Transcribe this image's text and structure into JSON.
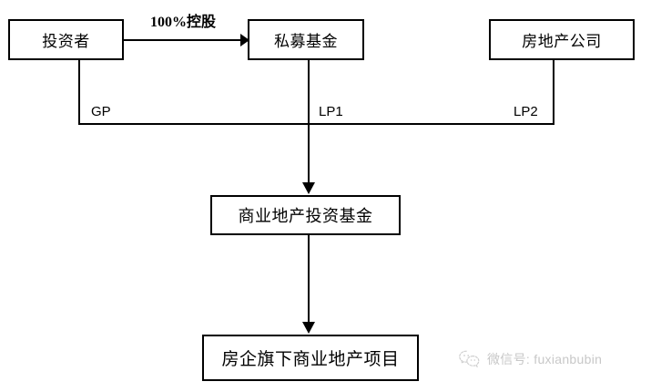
{
  "diagram": {
    "type": "flowchart",
    "nodes": [
      {
        "id": "investor",
        "label": "投资者"
      },
      {
        "id": "pefund",
        "label": "私募基金"
      },
      {
        "id": "recompany",
        "label": "房地产公司"
      },
      {
        "id": "crefund",
        "label": "商业地产投资基金"
      },
      {
        "id": "project",
        "label": "房企旗下商业地产项目"
      }
    ],
    "edges": [
      {
        "id": "control",
        "from": "investor",
        "to": "pefund",
        "label": "100%控股"
      },
      {
        "id": "gp",
        "from": "investor",
        "to": "crefund",
        "label": "GP"
      },
      {
        "id": "lp1",
        "from": "pefund",
        "to": "crefund",
        "label": "LP1"
      },
      {
        "id": "lp2",
        "from": "recompany",
        "to": "crefund",
        "label": "LP2"
      },
      {
        "id": "invest",
        "from": "crefund",
        "to": "project",
        "label": ""
      }
    ],
    "colors": {
      "stroke": "#000000",
      "fill": "#ffffff",
      "text": "#000000",
      "watermark": "#c8c8c8"
    }
  },
  "watermark": {
    "icon": "wechat-icon",
    "text": "微信号: fuxianbubin"
  }
}
